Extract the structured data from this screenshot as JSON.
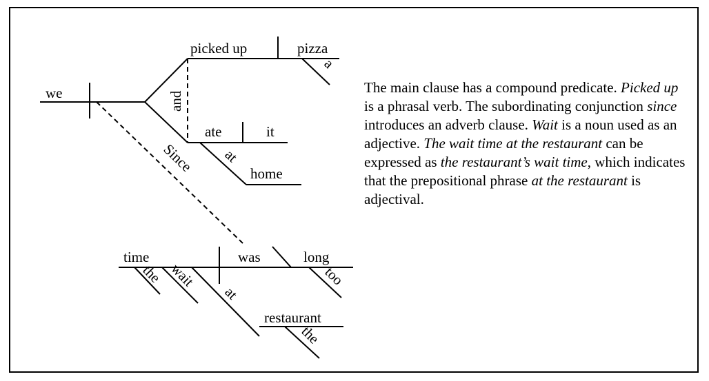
{
  "diagram": {
    "subject": "we",
    "conjunction": "and",
    "predicate1": {
      "verb": "picked up",
      "object": "pizza",
      "object_modifier": "a"
    },
    "predicate2": {
      "verb": "ate",
      "object": "it",
      "preposition": "at",
      "prep_object": "home"
    },
    "subordinator": "Since",
    "clause": {
      "subject": "time",
      "subject_modifiers": [
        "the",
        "wait"
      ],
      "verb": "was",
      "complement": "long",
      "complement_modifier": "too",
      "preposition": "at",
      "prep_object": "restaurant",
      "prep_object_modifier": "the"
    }
  },
  "explanation": [
    {
      "text": "The main clause has a compound predicate. ",
      "italic": false
    },
    {
      "text": "Picked up",
      "italic": true
    },
    {
      "text": " is a phrasal verb. The subordinating conjunction ",
      "italic": false
    },
    {
      "text": "since",
      "italic": true
    },
    {
      "text": " introduces an adverb clause. ",
      "italic": false
    },
    {
      "text": "Wait",
      "italic": true
    },
    {
      "text": " is a noun used as an adjective. ",
      "italic": false
    },
    {
      "text": "The wait time at the restaurant",
      "italic": true
    },
    {
      "text": " can be expressed as ",
      "italic": false
    },
    {
      "text": "the restaurant’s wait time",
      "italic": true
    },
    {
      "text": ", which indicates that the prepositional phrase ",
      "italic": false
    },
    {
      "text": "at the restaurant",
      "italic": true
    },
    {
      "text": " is adjectival.",
      "italic": false
    }
  ]
}
